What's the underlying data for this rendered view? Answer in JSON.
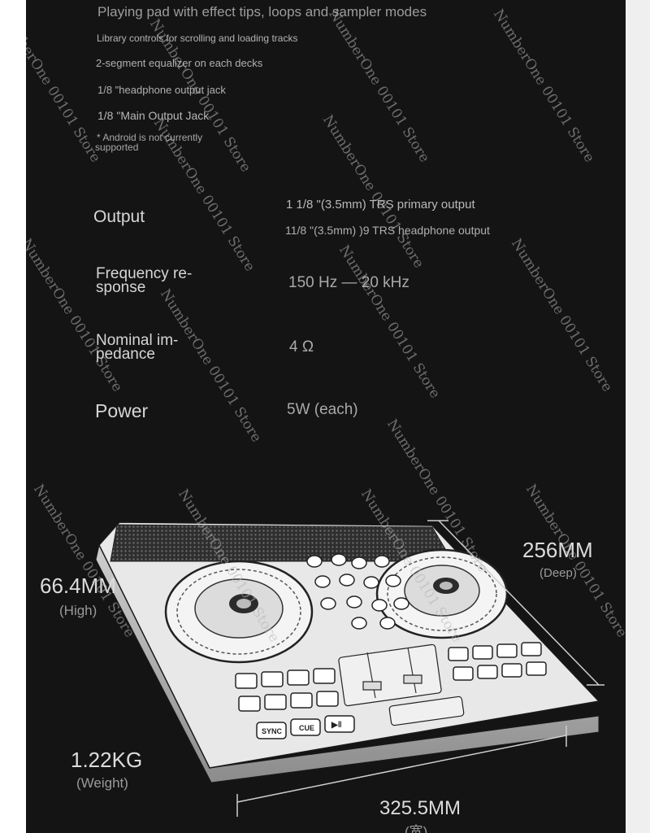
{
  "features": [
    "Playing pad with effect tips, loops and sampler modes",
    "Library controls for scrolling and loading tracks",
    "2-segment equalizer on each decks",
    "1/8 \"headphone output jack",
    "1/8 \"Main Output Jack",
    "* Android is not currently",
    "supported"
  ],
  "specs": {
    "output_label": "Output",
    "output_value_1": "1 1/8 \"(3.5mm) TRS primary output",
    "output_value_2": "11/8 \"(3.5mm) )9 TRS headphone output",
    "freq_label_1": "Frequency re-",
    "freq_label_2": "sponse",
    "freq_value": "150 Hz — 20 kHz",
    "imp_label_1": "Nominal im-",
    "imp_label_2": "pedance",
    "imp_value": "4 Ω",
    "power_label": "Power",
    "power_value": "5W (each)"
  },
  "dimensions": {
    "height_value": "66.4MM",
    "height_caption": "(High)",
    "depth_value": "256MM",
    "depth_caption": "(Deep)",
    "weight_value": "1.22KG",
    "weight_caption": "(Weight)",
    "width_value": "325.5MM",
    "width_caption": "(宽)"
  },
  "controller": {
    "pad_labels": [
      "SYNC",
      "CUE",
      "▶‖"
    ]
  },
  "watermark": "NumberOne 00101 Store"
}
